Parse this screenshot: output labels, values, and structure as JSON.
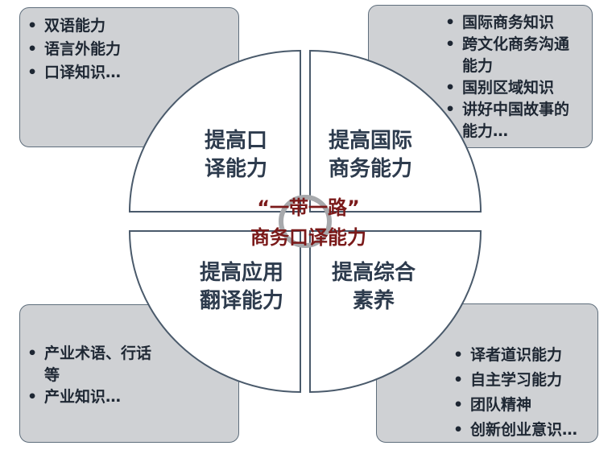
{
  "boxes": {
    "top_left": [
      "双语能力",
      "语言外能力",
      "口译知识…"
    ],
    "top_right": [
      "国际商务知识",
      "跨文化商务沟通能力",
      "国别区域知识",
      "讲好中国故事的能力…"
    ],
    "bottom_left": [
      "产业术语、行话等",
      "产业知识…"
    ],
    "bottom_right": [
      "译者道识能力",
      "自主学习能力",
      "团队精神",
      "创新创业意识…"
    ]
  },
  "quadrants": {
    "top_left": "提高口\n译能力",
    "top_right": "提高国际\n商务能力",
    "bottom_left": "提高应用\n翻译能力",
    "bottom_right": "提高综合\n素养"
  },
  "center": {
    "line1": "“一带一路”",
    "line2": "商务口译能力"
  },
  "colors": {
    "box_fill": "#cfd1d4",
    "box_border": "#5f6e7c",
    "quadrant_border": "#4a5a6b",
    "center_text": "#7b1a1a",
    "center_ring": "#a7a9ac"
  }
}
